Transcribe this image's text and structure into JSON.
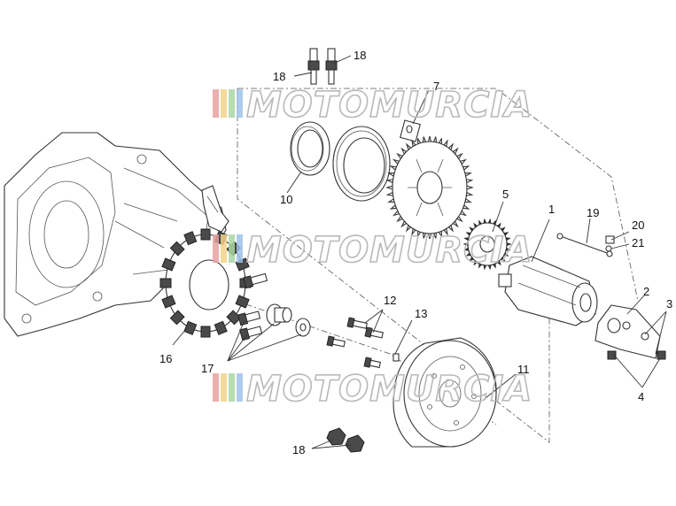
{
  "watermark": {
    "text": "MOTOMURCIA",
    "stripe_colors": [
      "#e8a1a1",
      "#f1d48a",
      "#a9d6a4",
      "#9ec3e6"
    ]
  },
  "callouts": [
    {
      "id": "c1",
      "label": "1"
    },
    {
      "id": "c2",
      "label": "2"
    },
    {
      "id": "c3",
      "label": "3"
    },
    {
      "id": "c4",
      "label": "4"
    },
    {
      "id": "c5",
      "label": "5"
    },
    {
      "id": "c7",
      "label": "7"
    },
    {
      "id": "c10",
      "label": "10"
    },
    {
      "id": "c11",
      "label": "11"
    },
    {
      "id": "c12",
      "label": "12"
    },
    {
      "id": "c13",
      "label": "13"
    },
    {
      "id": "c16",
      "label": "16"
    },
    {
      "id": "c17",
      "label": "17"
    },
    {
      "id": "c18a",
      "label": "18"
    },
    {
      "id": "c18b",
      "label": "18"
    },
    {
      "id": "c18c",
      "label": "18"
    },
    {
      "id": "c19",
      "label": "19"
    },
    {
      "id": "c20",
      "label": "20"
    },
    {
      "id": "c21",
      "label": "21"
    }
  ]
}
